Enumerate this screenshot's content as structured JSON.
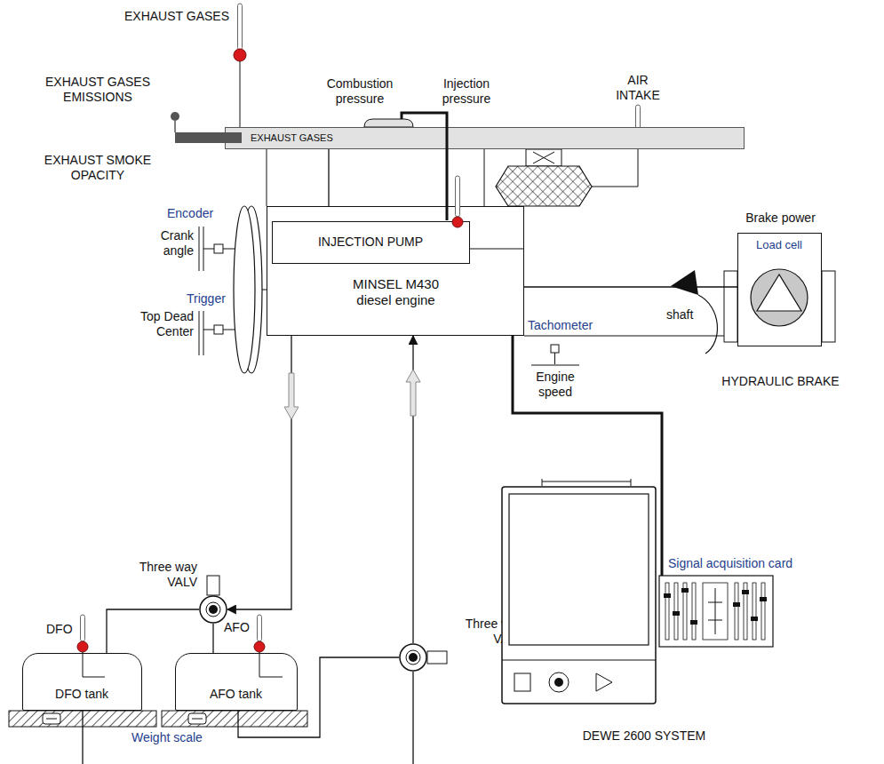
{
  "diagram": {
    "nodes": [
      {
        "text": [
          "EXHAUST GASES"
        ]
      },
      {
        "text": [
          "MINSEL M430 diesel engine"
        ]
      },
      {
        "text": [
          "INJECTION PUMP"
        ],
        "in": 1
      },
      {
        "text": [
          "Brake power",
          "Load cell",
          "HYDRAULIC BRAKE"
        ]
      },
      {
        "text": [
          "Three way VALV"
        ]
      },
      {
        "text": [
          "Three way VALV"
        ]
      },
      {
        "text": [
          "DFO tank"
        ]
      },
      {
        "text": [
          "AFO tank"
        ]
      },
      {
        "text": [
          "Signal acquisition card",
          "DEWE 2600 SYSTEM"
        ]
      }
    ],
    "edges": [
      {
        "from": 0,
        "to": 1,
        "arrow": "none"
      },
      {
        "from": 1,
        "to": 4,
        "arrow": "to"
      },
      {
        "from": 5,
        "to": 1,
        "arrow": "to"
      },
      {
        "from": 4,
        "to": 6,
        "arrow": "none"
      },
      {
        "from": 4,
        "to": 7,
        "arrow": "none"
      },
      {
        "from": 7,
        "to": 5,
        "arrow": "none"
      },
      {
        "from": 1,
        "to": 3,
        "arrow": "none"
      },
      {
        "from": 1,
        "to": 8,
        "arrow": "none"
      }
    ],
    "labels": [
      "EXHAUST GASES",
      "EXHAUST GASES EMISSIONS",
      "EXHAUST SMOKE OPACITY",
      "Combustion pressure",
      "Injection pressure",
      "AIR INTAKE",
      "Encoder",
      "Crank angle",
      "Trigger",
      "Top Dead Center",
      "Tachometer",
      "Engine speed",
      "shaft",
      "DFO",
      "AFO",
      "Weight scale"
    ]
  }
}
